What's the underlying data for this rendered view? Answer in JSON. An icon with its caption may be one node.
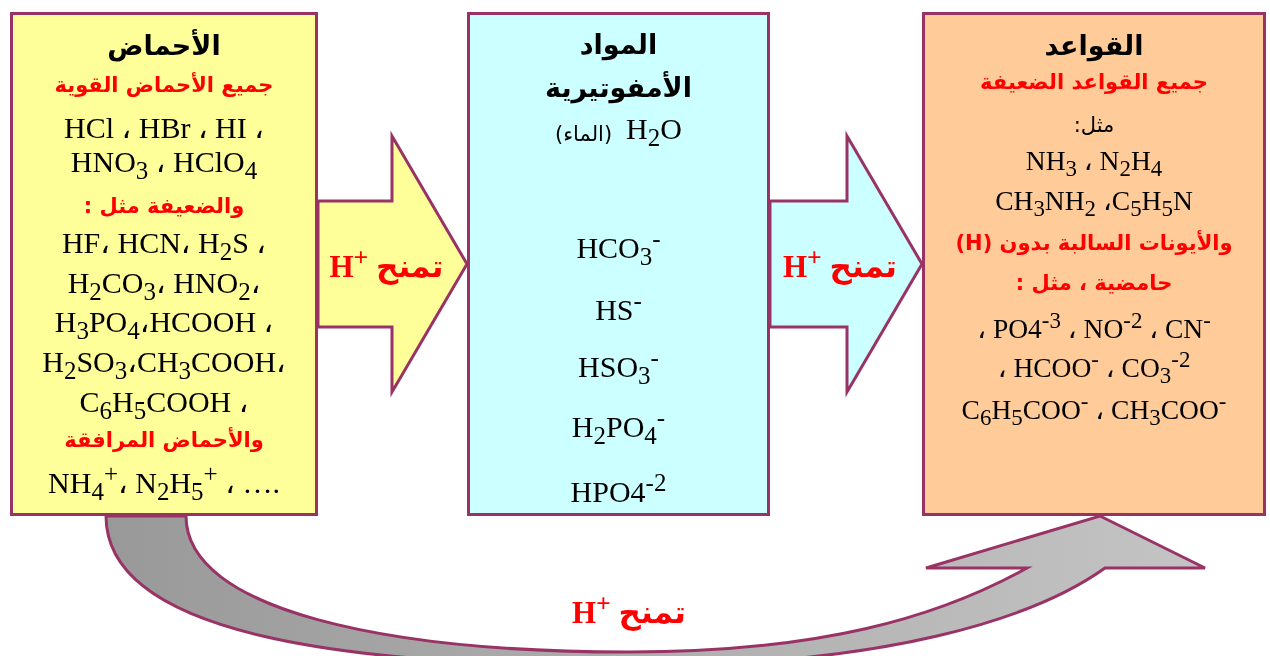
{
  "diagram": {
    "nodes": [
      {
        "text": [
          "الأحماض",
          "جميع الأحماض القوية",
          "HCl ، HBr ، HI ،",
          "HNO$_{3}$ ، HClO$_{4}$",
          "والضعيفة مثل :",
          "HF، HCN، H$_{2}$S ،",
          "H$_{2}$CO$_{3}$، HNO$_{2}$،",
          "H$_{3}$PO$_{4}$،HCOOH ،",
          "H$_{2}$SO$_{3}$،CH$_{3}$COOH،",
          "C$_{6}$H$_{5}$COOH ،",
          "والأحماض المرافقة",
          "NH$_{4}$$^{+}$، N$_{2}$H$_{5}$$^{+}$ ، …."
        ]
      },
      {
        "text": [
          "المواد الأمفوتيرية",
          "H$_{2}$O",
          "(الماء)",
          "HCO$_{3}$$^{-}$",
          "HS$^{-}$",
          "HSO$_{3}$$^{-}$",
          "H$_{2}$PO$_{4}$$^{-}$",
          "HPO4$^{-2}$"
        ]
      },
      {
        "text": [
          "القواعد",
          "جميع القواعد الضعيفة",
          "مثل:",
          "NH$_{3}$ ، N$_{2}$H$_{4}$",
          "CH$_{3}$NH$_{2}$ ،C$_{5}$H$_{5}$N",
          "والأيونات السالبة بدون (H) حامضية ، مثل :",
          "، PO4$^{-3}$ ، NO$^{-2}$ ، CN$^{-}$",
          "، HCOO$^{-}$ ، CO$_{3}$$^{-2}$",
          "C$_{6}$H$_{5}$COO$^{-}$ ، CH$_{3}$COO$^{-}$"
        ]
      }
    ],
    "edges": [
      {
        "from": 0,
        "to": 1,
        "arrow": "to",
        "label": "H$^{+}$ تمنح"
      },
      {
        "from": 1,
        "to": 2,
        "arrow": "to",
        "label": "H$^{+}$ تمنح"
      },
      {
        "from": 0,
        "to": 2,
        "arrow": "to",
        "label": "H$^{+}$ تمنح"
      }
    ]
  }
}
